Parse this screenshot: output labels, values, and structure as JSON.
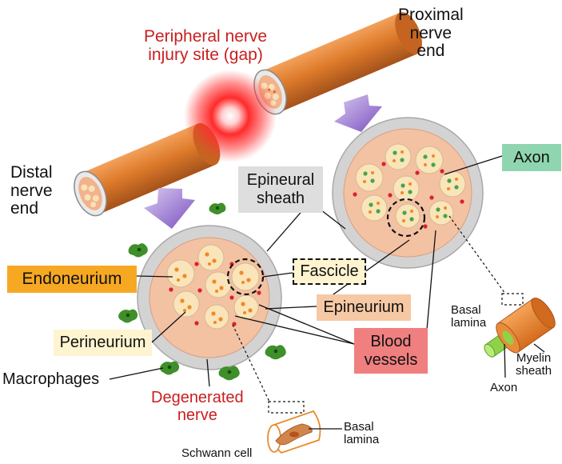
{
  "labels": {
    "injury_site": "Peripheral nerve\ninjury site (gap)",
    "proximal_end": "Proximal\nnerve\nend",
    "distal_end": "Distal\nnerve\nend",
    "epineural_sheath": "Epineural\nsheath",
    "axon_box": "Axon",
    "endoneurium": "Endoneurium",
    "fascicle": "Fascicle",
    "epineurium": "Epineurium",
    "perineurium": "Perineurium",
    "blood_vessels": "Blood\nvessels",
    "macrophages": "Macrophages",
    "degenerated_nerve": "Degenerated\nnerve",
    "schwann_cell": "Schwann cell",
    "basal_lamina_bottom": "Basal\nlamina",
    "basal_lamina_right": "Basal\nlamina",
    "myelin_sheath": "Myelin\nsheath",
    "axon_inset": "Axon"
  },
  "colors": {
    "nerve_orange": "#d9762b",
    "injury_red": "#ff1a1a",
    "injury_text": "#c8201e",
    "degenerated_text": "#c8201e",
    "axon_box_fill": "#8fd6b0",
    "endoneurium_fill": "#f7a823",
    "perineurium_fill": "#fff4d0",
    "epineurium_fill": "#f6c9a4",
    "blood_vessels_fill": "#f07f7f",
    "epineural_sheath_fill": "#dedede",
    "macrophage_green": "#3f8f2a",
    "arrow_purple": "#8b62c8"
  }
}
